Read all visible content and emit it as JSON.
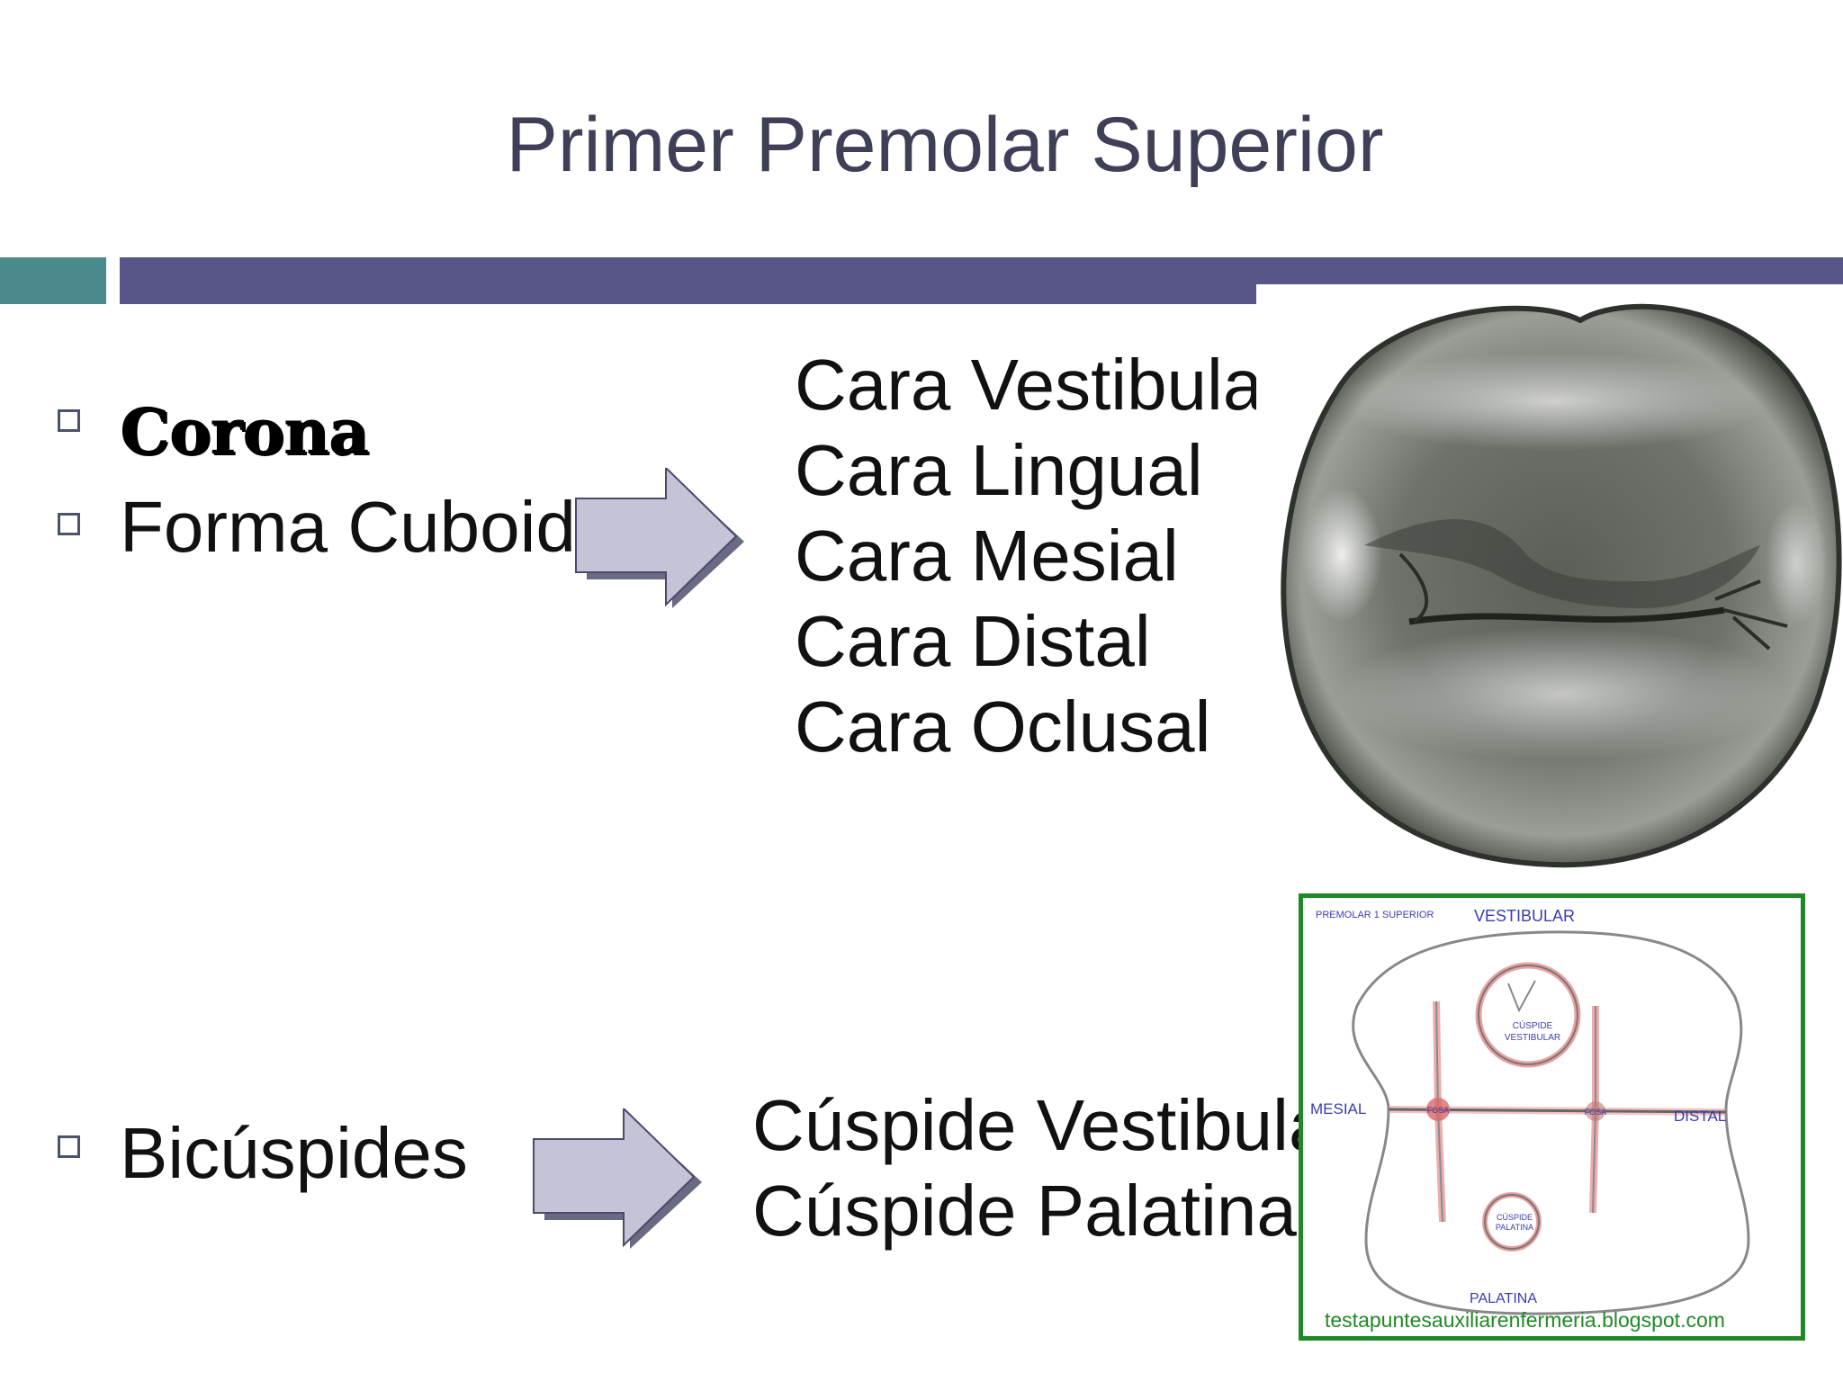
{
  "slide": {
    "title": "Primer Premolar Superior",
    "bullets": [
      {
        "label": "Corona"
      },
      {
        "label": "Forma Cuboide"
      },
      {
        "label": "Bicúspides"
      }
    ],
    "faces": [
      "Cara Vestibular",
      "Cara Lingual",
      "Cara Mesial",
      "Cara Distal",
      "Cara Oclusal"
    ],
    "cusps": [
      "Cúspide Vestibular",
      "Cúspide Palatina"
    ]
  },
  "diagram": {
    "heading": "PREMOLAR 1 SUPERIOR",
    "vestibular": "VESTIBULAR",
    "mesial": "MESIAL",
    "distal": "DISTAL",
    "palatina": "PALATINA",
    "fosa_left": "FOSA",
    "fosa_right": "FOSA",
    "cusp_vestibular_1": "CÚSPIDE",
    "cusp_vestibular_2": "VESTIBULAR",
    "cusp_palatina_1": "CÚSPIDE",
    "cusp_palatina_2": "PALATINA",
    "source_url": "testapuntesauxiliarenfermeria.blogspot.com"
  },
  "colors": {
    "title": "#3f3f58",
    "bar_teal": "#4b8a8c",
    "bar_purple": "#585689",
    "arrow_fill": "#c4c4d6",
    "diagram_border": "#1f8a25",
    "diagram_label": "#3b3bb0"
  }
}
